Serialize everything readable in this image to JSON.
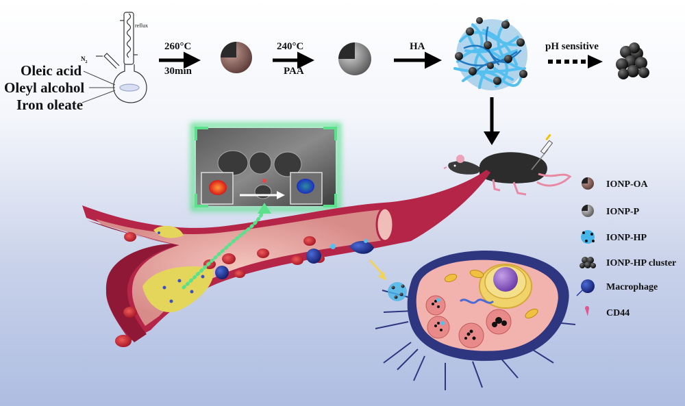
{
  "synthesis": {
    "reagents": [
      "Oleic acid",
      "Oleyl alcohol",
      "Iron oleate"
    ],
    "flask_gas_label": "N",
    "flask_gas_subscript": "2",
    "condenser_label": "reflux"
  },
  "steps": [
    {
      "top": "260°C",
      "bottom": "30min"
    },
    {
      "top": "240°C",
      "bottom": "PAA"
    },
    {
      "top": "HA",
      "bottom": ""
    },
    {
      "top": "pH sensitive",
      "bottom": ""
    }
  ],
  "legend": [
    {
      "label": "IONP-OA",
      "icon": "ionp-oa-icon"
    },
    {
      "label": "IONP-P",
      "icon": "ionp-p-icon"
    },
    {
      "label": "IONP-HP",
      "icon": "ionp-hp-icon"
    },
    {
      "label": "IONP-HP cluster",
      "icon": "cluster-icon"
    },
    {
      "label": "Macrophage",
      "icon": "macrophage-icon"
    },
    {
      "label": "CD44",
      "icon": "cd44-icon"
    }
  ],
  "colors": {
    "vessel": "#b52548",
    "vessel_inner": "#e7a7a4",
    "plaque": "#e3d65b",
    "rbc": "#d2232f",
    "macrophage": "#2337a8",
    "polymer": "#49b6e9",
    "mri_frame": "#5be08c",
    "cell_membrane": "#2f3680",
    "cell_cytoplasm": "#f2b2ad"
  }
}
